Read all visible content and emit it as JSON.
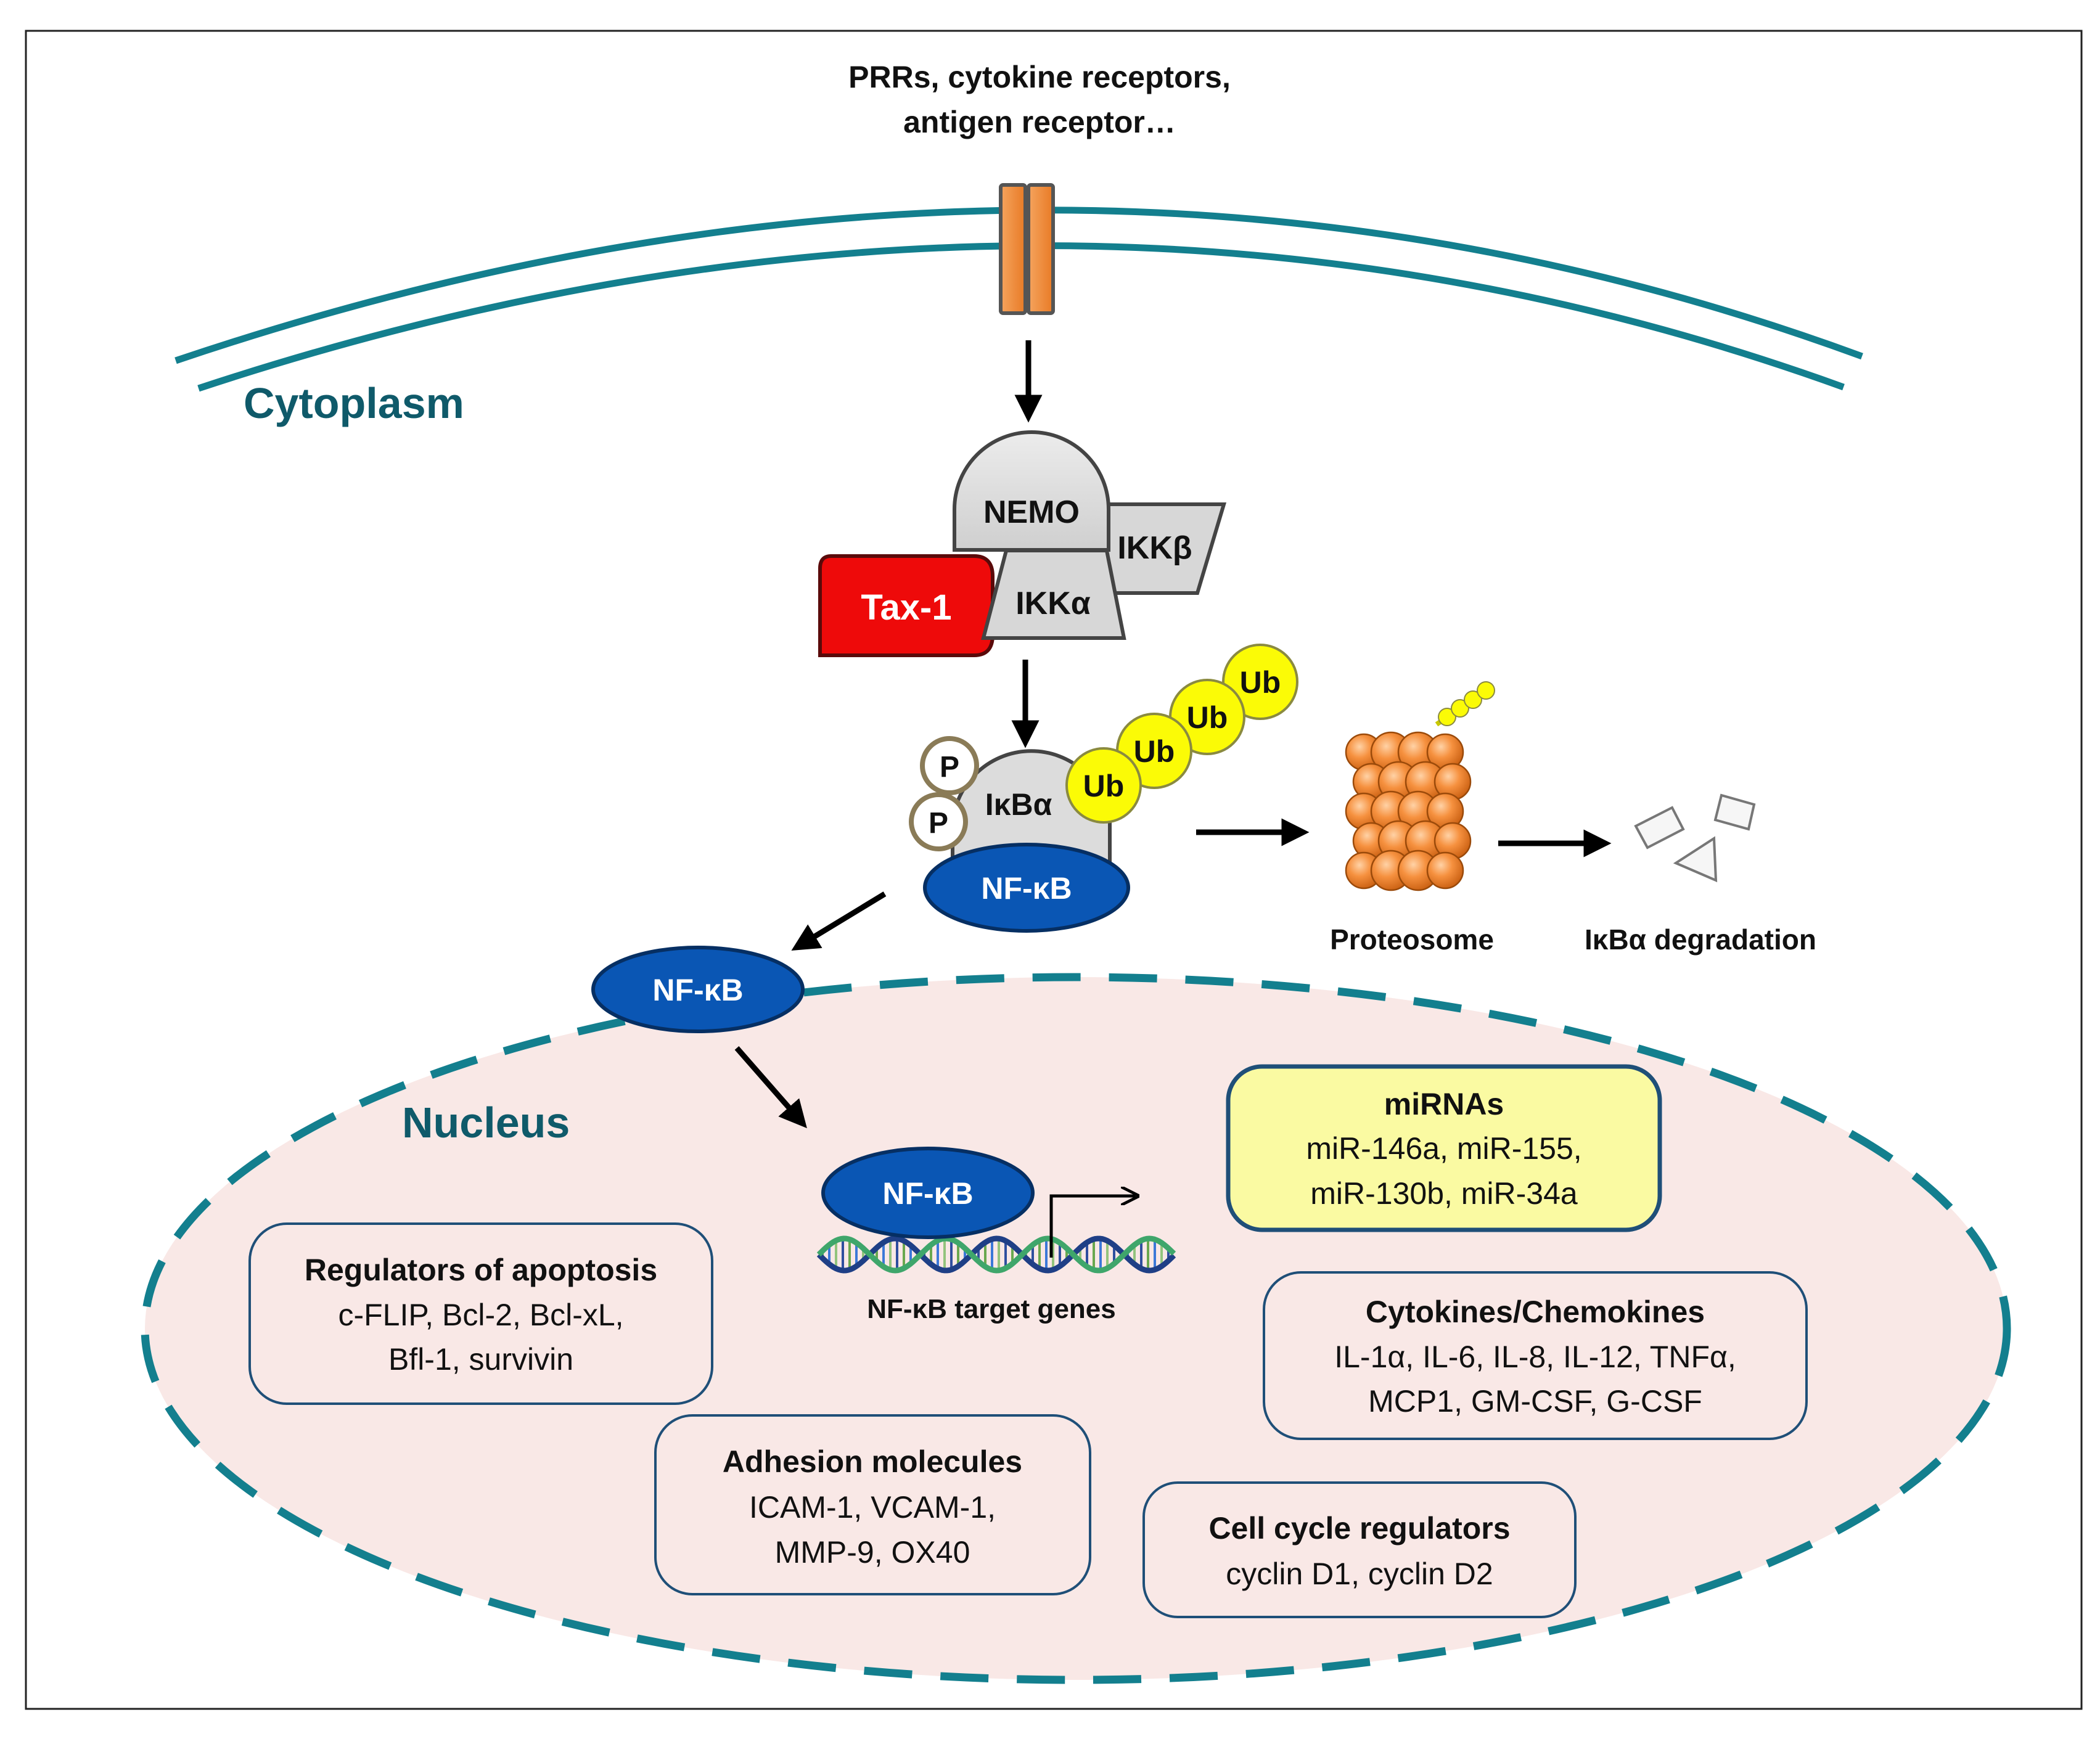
{
  "receptor": {
    "label_line1": "PRRs, cytokine receptors,",
    "label_line2": "antigen receptor…"
  },
  "compartments": {
    "cytoplasm": "Cytoplasm",
    "nucleus": "Nucleus"
  },
  "ikk_complex": {
    "nemo": "NEMO",
    "ikk_beta": "IKKβ",
    "ikk_alpha": "IKKα",
    "tax1": "Tax-1"
  },
  "ikba_complex": {
    "phospho_1": "P",
    "phospho_2": "P",
    "ikba": "IκBα",
    "nfkb": "NF-κB",
    "ubiquitin": [
      "Ub",
      "Ub",
      "Ub",
      "Ub"
    ]
  },
  "proteasome": {
    "label": "Proteosome"
  },
  "degradation": {
    "label": "IκBα degradation"
  },
  "nfkb_translocating": "NF-κB",
  "nfkb_bound": "NF-κB",
  "target_genes_label": "NF-κB target genes",
  "gene_groups": {
    "mirnas": {
      "title": "miRNAs",
      "line1": "miR-146a, miR-155,",
      "line2": "miR-130b, miR-34a"
    },
    "apoptosis": {
      "title": "Regulators of apoptosis",
      "line1": "c-FLIP, Bcl-2, Bcl-xL,",
      "line2": "Bfl-1, survivin"
    },
    "cytokines": {
      "title": "Cytokines/Chemokines",
      "line1": "IL-1α, IL-6, IL-8, IL-12, TNFα,",
      "line2": "MCP1, GM-CSF, G-CSF"
    },
    "adhesion": {
      "title": "Adhesion molecules",
      "line1": "ICAM-1, VCAM-1,",
      "line2": "MMP-9, OX40"
    },
    "cell_cycle": {
      "title": "Cell cycle regulators",
      "line1": "cyclin D1, cyclin D2"
    }
  },
  "colors": {
    "membrane": "#137f8e",
    "title_teal": "#0f5a6a",
    "nucleus_fill": "#f9e8e6",
    "nfkb_blue": "#0a56b4",
    "nfkb_dark": "#062f63",
    "tax_red": "#ee0a0a",
    "ub_yellow": "#fbfb06",
    "proteasome_orange": "#f48a3a",
    "receptor_orange": "#f7913d",
    "mirna_fill": "#fafaa2",
    "box_border": "#1f4f78"
  }
}
